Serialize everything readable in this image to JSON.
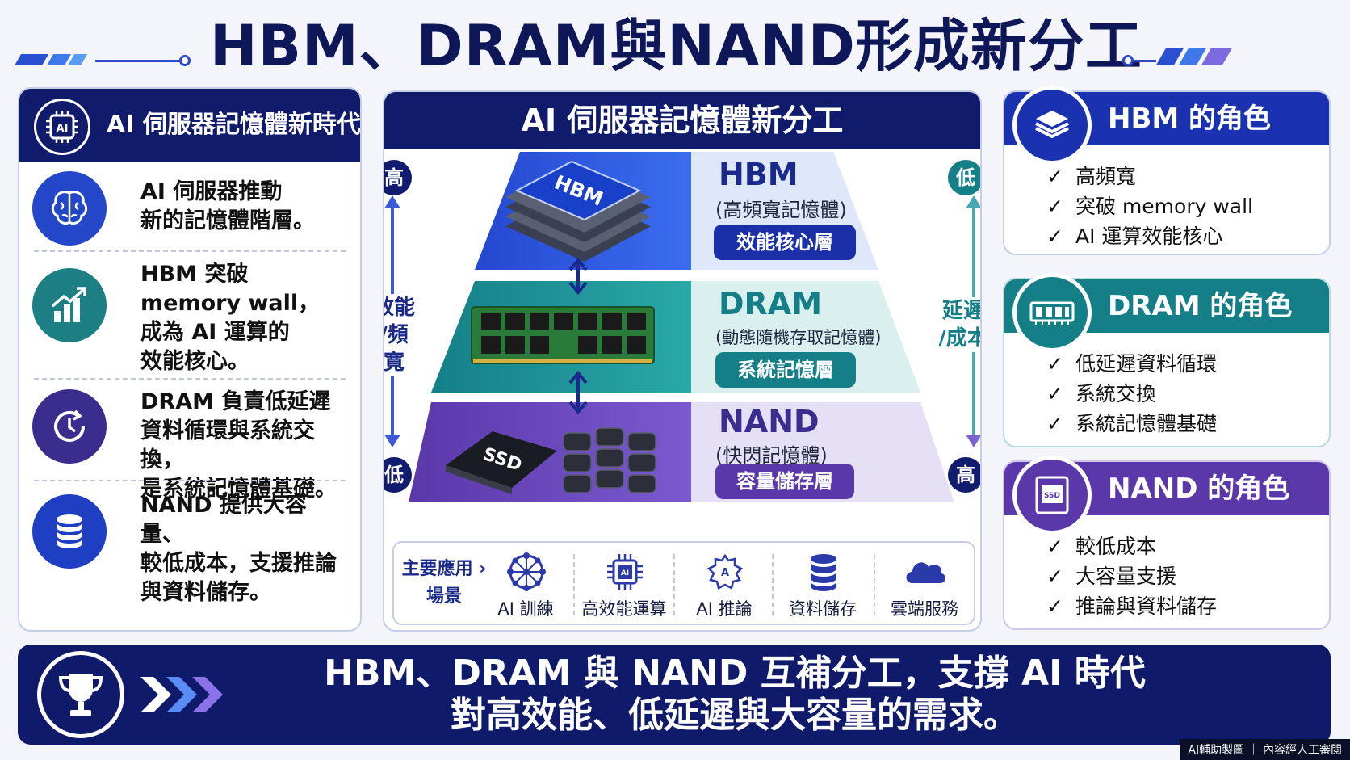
{
  "title": "HBM、DRAM與NAND形成新分工",
  "left_panel": {
    "header": "AI 伺服器記憶體新時代",
    "items": [
      {
        "lines": [
          "AI 伺服器推動",
          "新的記憶體階層。"
        ]
      },
      {
        "lines": [
          "HBM 突破",
          "memory wall，",
          "成為 AI 運算的",
          "效能核心。"
        ]
      },
      {
        "lines": [
          "DRAM 負責低延遲",
          "資料循環與系統交換，",
          "是系統記憶體基礎。"
        ]
      },
      {
        "lines": [
          "NAND 提供大容量、",
          "較低成本，支援推論",
          "與資料儲存。"
        ]
      }
    ]
  },
  "center_panel": {
    "header": "AI 伺服器記憶體新分工",
    "tiers": [
      {
        "name": "HBM",
        "sub": "(高頻寬記憶體)",
        "tag": "效能核心層",
        "chip_label": "HBM"
      },
      {
        "name": "DRAM",
        "sub": "(動態隨機存取記憶體)",
        "tag": "系統記憶層"
      },
      {
        "name": "NAND",
        "sub": "(快閃記憶體)",
        "tag": "容量儲存層",
        "chip_label": "SSD"
      }
    ],
    "left_axis": {
      "top": "高",
      "bottom": "低",
      "label_lines": [
        "效能",
        "/頻寬"
      ]
    },
    "right_axis": {
      "top": "低",
      "bottom": "高",
      "label_lines": [
        "延遲",
        "/成本"
      ]
    },
    "apps": {
      "label_lines": [
        "主要應用 ›",
        "場景"
      ],
      "items": [
        "AI 訓練",
        "高效能運算",
        "AI 推論",
        "資料儲存",
        "雲端服務"
      ]
    }
  },
  "right_panels": [
    {
      "title": "HBM 的角色",
      "items": [
        "高頻寬",
        "突破 memory wall",
        "AI 運算效能核心"
      ]
    },
    {
      "title": "DRAM 的角色",
      "items": [
        "低延遲資料循環",
        "系統交換",
        "系統記憶體基礎"
      ]
    },
    {
      "title": "NAND 的角色",
      "items": [
        "較低成本",
        "大容量支援",
        "推論與資料儲存"
      ]
    }
  ],
  "check_mark": "✓",
  "banner": {
    "lines": [
      "HBM、DRAM 與 NAND 互補分工，支撐 AI 時代",
      "對高效能、低延遲與大容量的需求。"
    ]
  },
  "watermark": "AI輔助製圖 ｜ 內容經人工審閱",
  "colors": {
    "navy": "#101b6c",
    "hbm_blue": "#2f55d8",
    "dram_teal": "#1f8f95",
    "nand_purple": "#6a46b8"
  }
}
